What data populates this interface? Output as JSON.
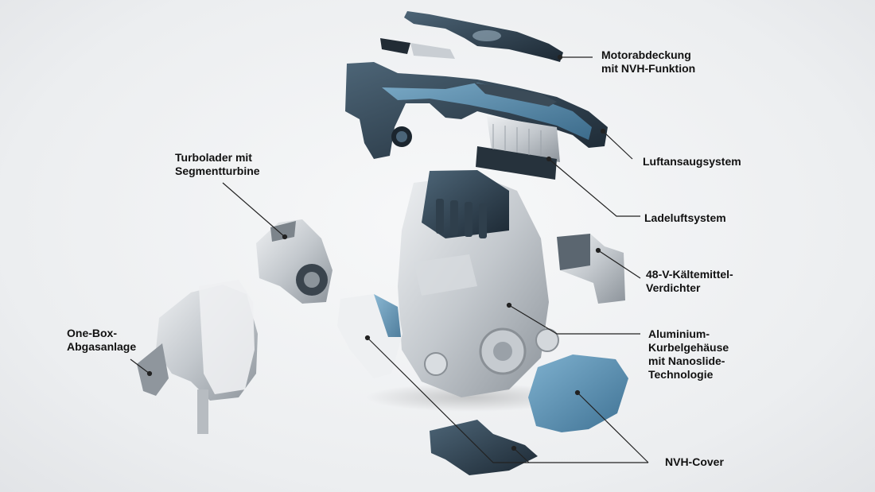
{
  "labels": {
    "motorabdeckung": [
      "Motorabdeckung",
      "mit NVH-Funktion"
    ],
    "luftansaug": [
      "Luftansaugsystem"
    ],
    "ladeluft": [
      "Ladeluftsystem"
    ],
    "verdichter": [
      "48-V-Kältemittel-",
      "Verdichter"
    ],
    "kurbel": [
      "Aluminium-",
      "Kurbelgehäuse",
      "mit Nanoslide-",
      "Technologie"
    ],
    "nvh_cover": [
      "NVH-Cover"
    ],
    "turbolader": [
      "Turbolader mit",
      "Segmentturbine"
    ],
    "abgas": [
      "One-Box-",
      "Abgasanlage"
    ]
  },
  "colors": {
    "blue_part": "#5f97b8",
    "dark_part": "#2b3a48",
    "metal": "#b9bec4",
    "metal_light": "#dfe2e5",
    "leader": "#222222"
  }
}
